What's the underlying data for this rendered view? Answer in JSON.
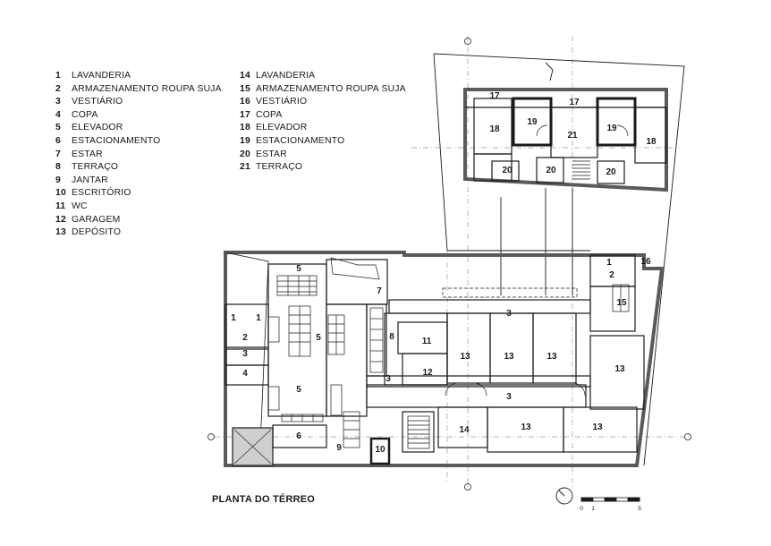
{
  "legend_left": [
    {
      "num": "1",
      "label": "LAVANDERIA"
    },
    {
      "num": "2",
      "label": "ARMAZENAMENTO ROUPA SUJA"
    },
    {
      "num": "3",
      "label": "VESTIÁRIO"
    },
    {
      "num": "4",
      "label": "COPA"
    },
    {
      "num": "5",
      "label": "ELEVADOR"
    },
    {
      "num": "6",
      "label": "ESTACIONAMENTO"
    },
    {
      "num": "7",
      "label": "ESTAR"
    },
    {
      "num": "8",
      "label": "TERRAÇO"
    },
    {
      "num": "9",
      "label": "JANTAR"
    },
    {
      "num": "10",
      "label": "ESCRITÓRIO"
    },
    {
      "num": "11",
      "label": "WC"
    },
    {
      "num": "12",
      "label": "GARAGEM"
    },
    {
      "num": "13",
      "label": "DEPÓSITO"
    }
  ],
  "legend_right": [
    {
      "num": "14",
      "label": "LAVANDERIA"
    },
    {
      "num": "15",
      "label": "ARMAZENAMENTO ROUPA SUJA"
    },
    {
      "num": "16",
      "label": "VESTIÁRIO"
    },
    {
      "num": "17",
      "label": "COPA"
    },
    {
      "num": "18",
      "label": "ELEVADOR"
    },
    {
      "num": "19",
      "label": "ESTACIONAMENTO"
    },
    {
      "num": "20",
      "label": "ESTAR"
    },
    {
      "num": "21",
      "label": "TERRAÇO"
    }
  ],
  "caption": "PLANTA DO TÉRREO",
  "scale_labels": [
    "0",
    "1",
    "5"
  ],
  "room_labels": [
    "17",
    "17",
    "19",
    "19",
    "18",
    "21",
    "18",
    "20",
    "20",
    "20",
    "16",
    "2",
    "1",
    "15",
    "5",
    "7",
    "1",
    "1",
    "2",
    "5",
    "3",
    "3",
    "8",
    "11",
    "13",
    "13",
    "13",
    "12",
    "4",
    "13",
    "3",
    "5",
    "3",
    "14",
    "13",
    "13",
    "6",
    "9",
    "10"
  ],
  "colors": {
    "line": "#1a1a1a",
    "fill": "#5a5a5a",
    "light": "#9a9a9a"
  }
}
